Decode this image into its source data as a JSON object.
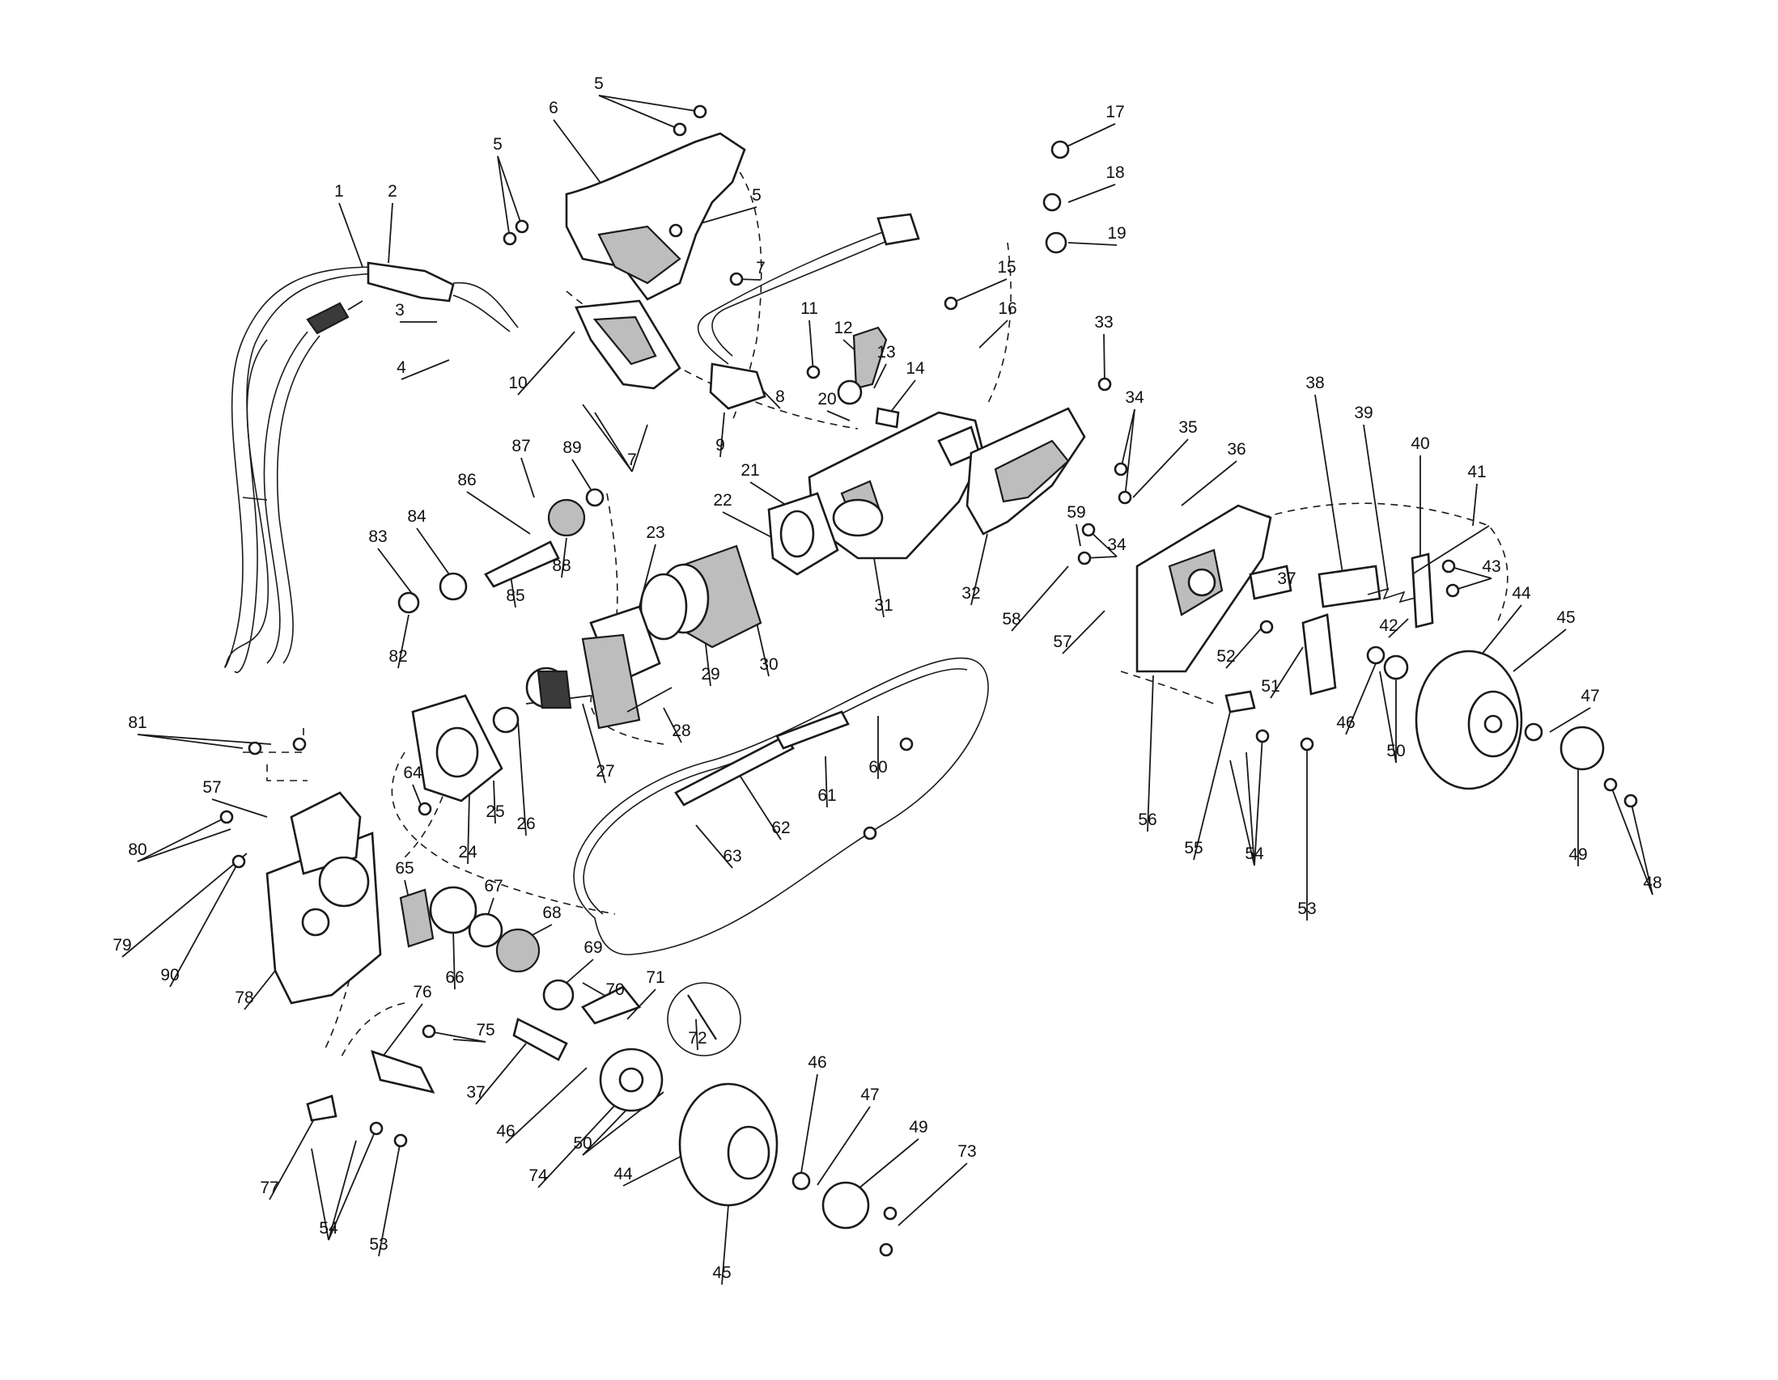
{
  "diagram": {
    "accent_color": "#1a1a1a",
    "background": "#ffffff",
    "part_labels": [
      "1",
      "2",
      "3",
      "4",
      "5",
      "5",
      "5",
      "6",
      "7",
      "7",
      "8",
      "9",
      "10",
      "11",
      "12",
      "13",
      "14",
      "15",
      "16",
      "17",
      "18",
      "19",
      "20",
      "21",
      "22",
      "23",
      "24",
      "25",
      "26",
      "27",
      "28",
      "29",
      "30",
      "31",
      "32",
      "33",
      "34",
      "34",
      "35",
      "36",
      "37",
      "37",
      "38",
      "39",
      "40",
      "41",
      "42",
      "43",
      "44",
      "44",
      "45",
      "45",
      "46",
      "46",
      "46",
      "47",
      "47",
      "48",
      "49",
      "49",
      "50",
      "50",
      "51",
      "52",
      "53",
      "53",
      "54",
      "54",
      "55",
      "56",
      "57",
      "57",
      "58",
      "59",
      "60",
      "61",
      "62",
      "63",
      "64",
      "65",
      "66",
      "67",
      "68",
      "69",
      "70",
      "71",
      "72",
      "73",
      "74",
      "75",
      "76",
      "77",
      "78",
      "79",
      "80",
      "81",
      "82",
      "83",
      "84",
      "85",
      "86",
      "87",
      "88",
      "89",
      "90"
    ]
  }
}
